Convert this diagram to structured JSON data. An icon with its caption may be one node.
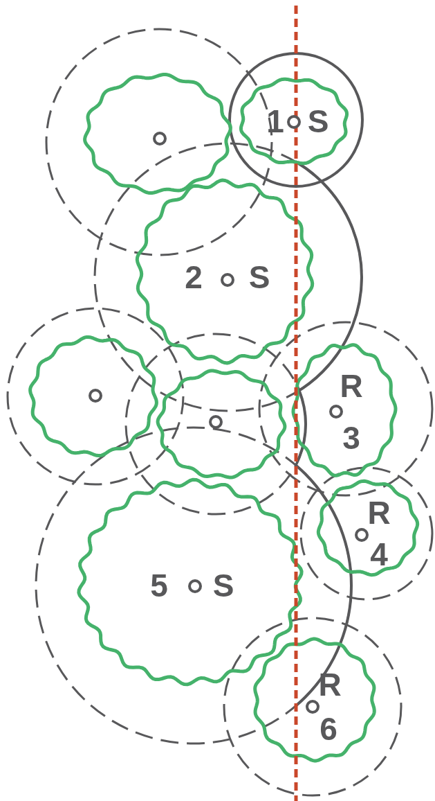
{
  "diagram": {
    "nodes": [
      {
        "text": [],
        "shape": "cloud"
      },
      {
        "text": [
          "1",
          "S"
        ]
      },
      {
        "text": [
          "2",
          "S"
        ]
      },
      {
        "text": [],
        "shape": "cloud"
      },
      {
        "text": [],
        "shape": "cloud"
      },
      {
        "text": [
          "R",
          "3"
        ]
      },
      {
        "text": [
          "R",
          "4"
        ]
      },
      {
        "text": [
          "5",
          "S"
        ]
      },
      {
        "text": [
          "R",
          "6"
        ]
      }
    ]
  }
}
